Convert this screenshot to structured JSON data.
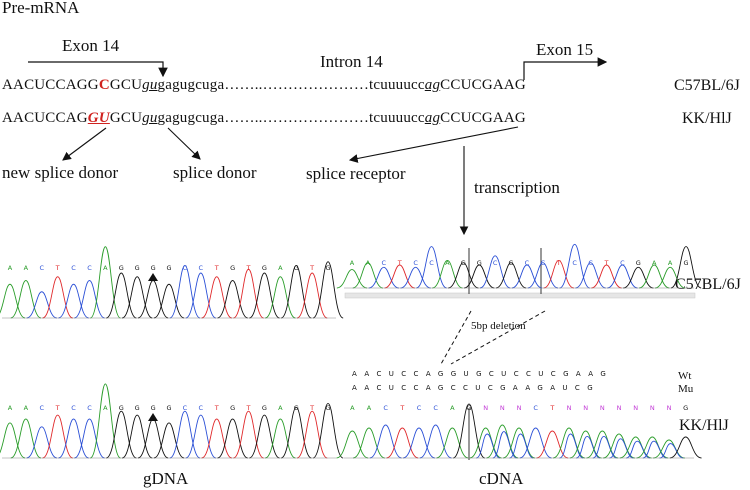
{
  "title": "Pre-mRNA",
  "exon14_label": "Exon 14",
  "intron14_label": "Intron 14",
  "exon15_label": "Exon 15",
  "seq_wt": {
    "p1": "AACUCCAGG",
    "mut": "C",
    "p2": "GCU",
    "gu": "gu",
    "p3": "gagugcuga……..…………………tcuuuucc",
    "ag": "ag",
    "p4": "CCUCGAAG",
    "strain": "C57BL/6J"
  },
  "seq_mu": {
    "p1": "AACUCCAG",
    "mut": "GU",
    "p2": "GCU",
    "gu": "gu",
    "p3": "gagugcuga……..…………………tcuuuucc",
    "ag": "ag",
    "p4": "CCUCGAAG",
    "strain": "KK/HlJ"
  },
  "labels": {
    "new_splice_donor": "new splice donor",
    "splice_donor": "splice donor",
    "splice_receptor": "splice receptor",
    "transcription": "transcription",
    "deletion": "5bp deletion",
    "wt": "Wt",
    "mu": "Mu",
    "gdna": "gDNA",
    "cdna": "cDNA",
    "strain_top": "C57BL/6J",
    "strain_bottom": "KK/HlJ"
  },
  "traces": {
    "gdna_top": "AACTCCAGGGGCCTGTGAGTG",
    "cdna_top": "AACTCCAGGCGCCTCCTCGAAG",
    "gdna_bottom": "AACTCCAGGGGCCTGTGAGTG",
    "cdna_bottom": "AACTCCAGNNNCTNNNNNNNG"
  },
  "aligned": {
    "wt": "AACUCCAGGUGCUCCUCGAAG",
    "mu": "AACUCCAGCCUCGAAGAUCG"
  },
  "colors": {
    "mutation": "#d0221f",
    "A": "#2a9d2a",
    "C": "#2a4fd6",
    "G": "#111111",
    "T": "#e0282a",
    "N": "#c23ad6"
  }
}
